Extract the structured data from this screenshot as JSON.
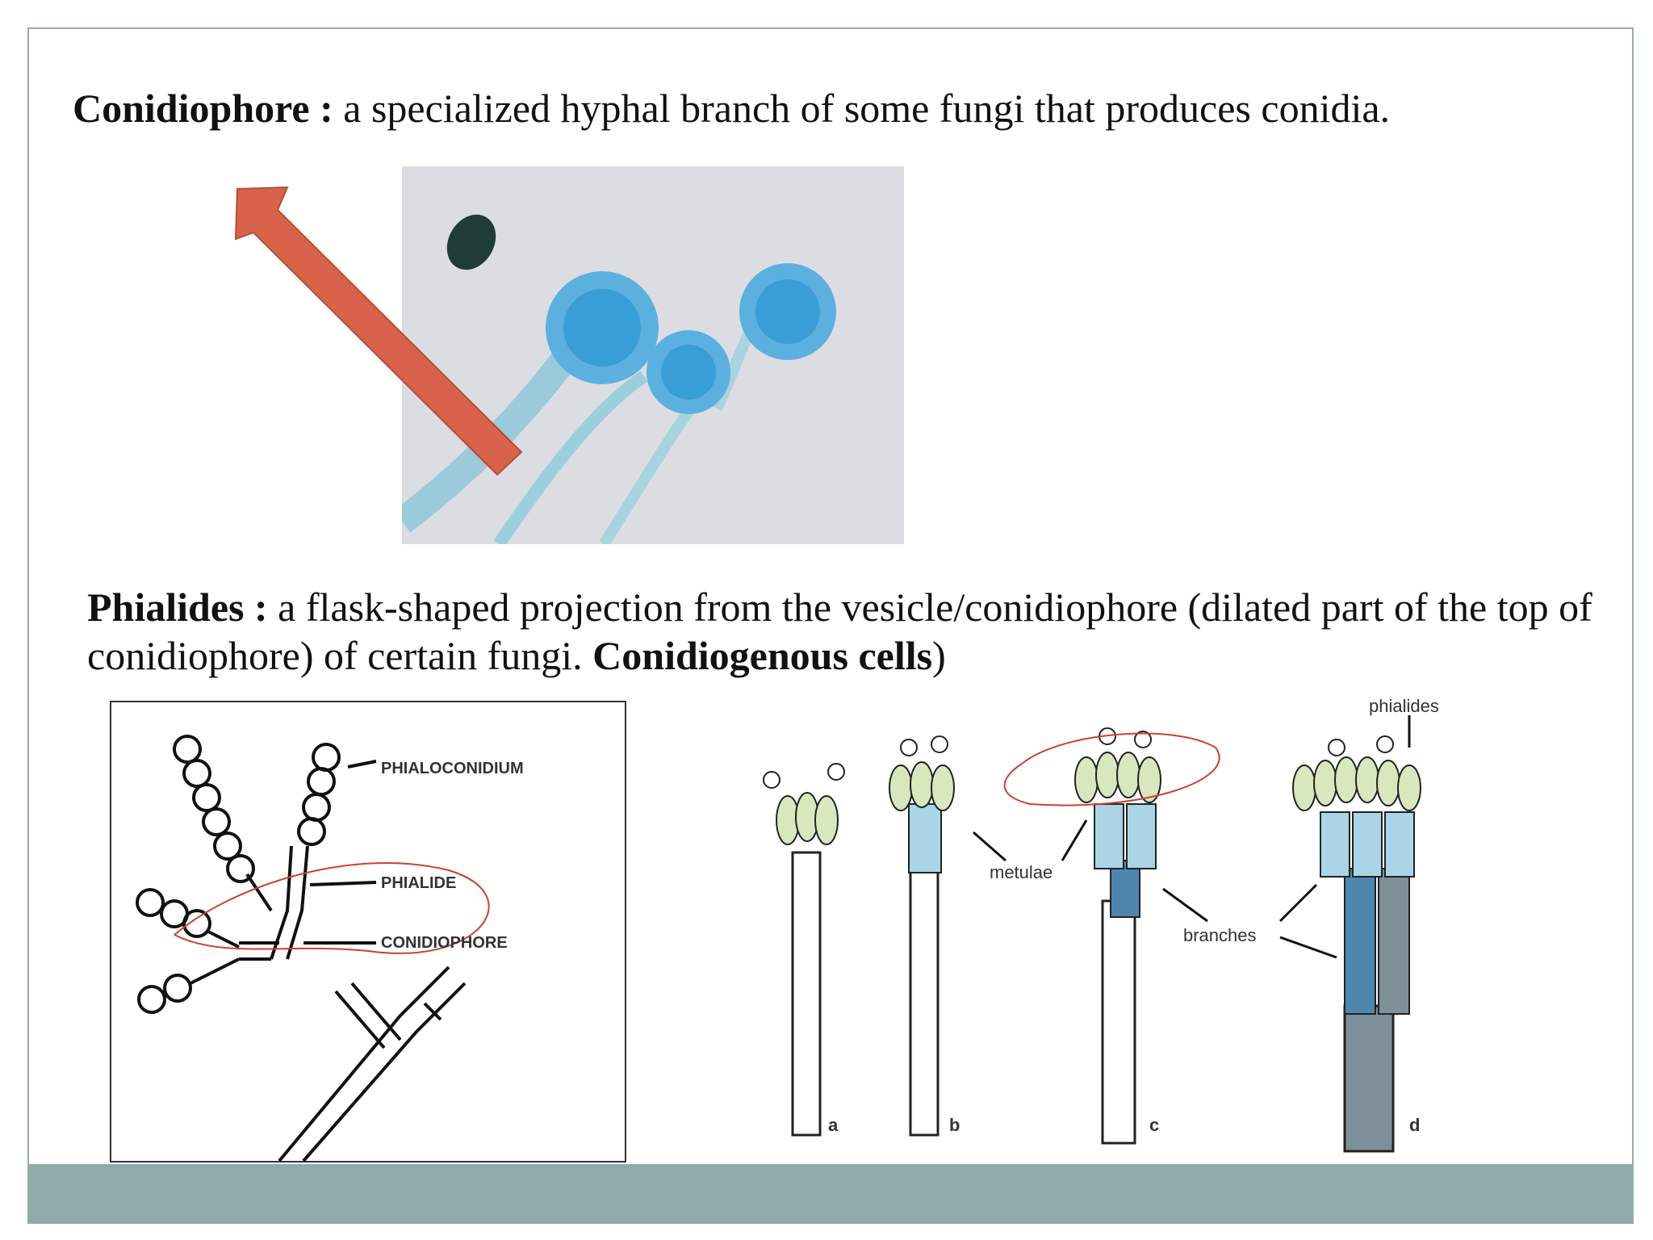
{
  "conidiophore": {
    "term": "Conidiophore :",
    "definition": " a specialized hyphal branch of some fungi that produces conidia."
  },
  "phialides": {
    "term": "Phialides  :",
    "definition_1": " a flask-shaped projection from the vesicle/conidiophore (dilated part of the top of conidiophore) of certain fungi. ",
    "term_2": "Conidiogenous cells",
    "close": ")"
  },
  "diagram_left": {
    "labels": {
      "phialoconidium": "PHIALOCONIDIUM",
      "phialide": "PHIALIDE",
      "conidiophore": "CONIDIOPHORE"
    }
  },
  "diagram_right": {
    "labels": {
      "phialides": "phialides",
      "metulae": "metulae",
      "branches": "branches"
    },
    "panels": [
      "a",
      "b",
      "c",
      "d"
    ]
  },
  "colors": {
    "arrow": "#d9624a",
    "stain_blue": "#3a9ed6",
    "phialide_green": "#d8e7bd",
    "metula_blue": "#a9d5e6",
    "branch_blue": "#4f86b0",
    "stipe_grey": "#7f8f9a",
    "footer": "#8faaa9"
  }
}
